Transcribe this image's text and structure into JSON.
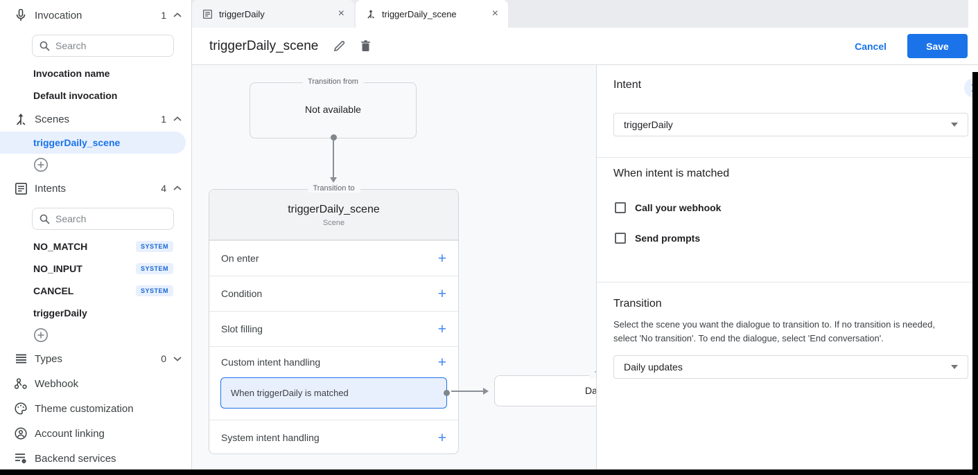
{
  "colors": {
    "accent": "#1a73e8",
    "selected_bg": "#e8f0fe",
    "badge_bg": "#e8f0fe",
    "badge_text": "#1967d2",
    "canvas_bg": "#f8f9fa"
  },
  "icons": {
    "close": "×",
    "plus": "+",
    "search": "magnifier",
    "microphone": "mic",
    "scene": "split-arrow",
    "intent": "article-lines",
    "types": "reorder-lines",
    "webhook": "three-nodes",
    "theme": "palette",
    "account": "person-circle",
    "backend": "list-gear",
    "edit": "pencil",
    "delete": "trash"
  },
  "sidebar": {
    "invocation": {
      "label": "Invocation",
      "count": "1",
      "search_placeholder": "Search",
      "items": [
        {
          "label": "Invocation name"
        },
        {
          "label": "Default invocation"
        }
      ]
    },
    "scenes": {
      "label": "Scenes",
      "count": "1",
      "items": [
        {
          "label": "triggerDaily_scene",
          "selected": true
        }
      ]
    },
    "intents": {
      "label": "Intents",
      "count": "4",
      "search_placeholder": "Search",
      "items": [
        {
          "label": "NO_MATCH",
          "badge": "SYSTEM"
        },
        {
          "label": "NO_INPUT",
          "badge": "SYSTEM"
        },
        {
          "label": "CANCEL",
          "badge": "SYSTEM"
        },
        {
          "label": "triggerDaily",
          "badge": ""
        }
      ]
    },
    "types": {
      "label": "Types",
      "count": "0"
    },
    "links": [
      {
        "label": "Webhook"
      },
      {
        "label": "Theme customization"
      },
      {
        "label": "Account linking"
      },
      {
        "label": "Backend services"
      }
    ]
  },
  "tabs": [
    {
      "label": "triggerDaily",
      "active": false
    },
    {
      "label": "triggerDaily_scene",
      "active": true
    }
  ],
  "header": {
    "title": "triggerDaily_scene",
    "cancel_label": "Cancel",
    "save_label": "Save"
  },
  "canvas": {
    "transition_from": {
      "legend": "Transition from",
      "content": "Not available"
    },
    "transition_to": {
      "legend": "Transition to",
      "title": "triggerDaily_scene",
      "subtitle": "Scene",
      "rows": [
        {
          "label": "On enter"
        },
        {
          "label": "Condition"
        },
        {
          "label": "Slot filling"
        },
        {
          "label": "Custom intent handling",
          "child": "When triggerDaily is matched"
        },
        {
          "label": "System intent handling"
        }
      ]
    },
    "next_box": {
      "legend_visible": "Tr",
      "content_visible": "Dail"
    }
  },
  "panel": {
    "intent": {
      "heading": "Intent",
      "value": "triggerDaily"
    },
    "matched": {
      "heading": "When intent is matched",
      "checkboxes": [
        {
          "label": "Call your webhook",
          "checked": false
        },
        {
          "label": "Send prompts",
          "checked": false
        }
      ]
    },
    "transition": {
      "heading": "Transition",
      "description": "Select the scene you want the dialogue to transition to. If no transition is needed, select 'No transition'. To end the dialogue, select 'End conversation'.",
      "value": "Daily updates"
    }
  }
}
